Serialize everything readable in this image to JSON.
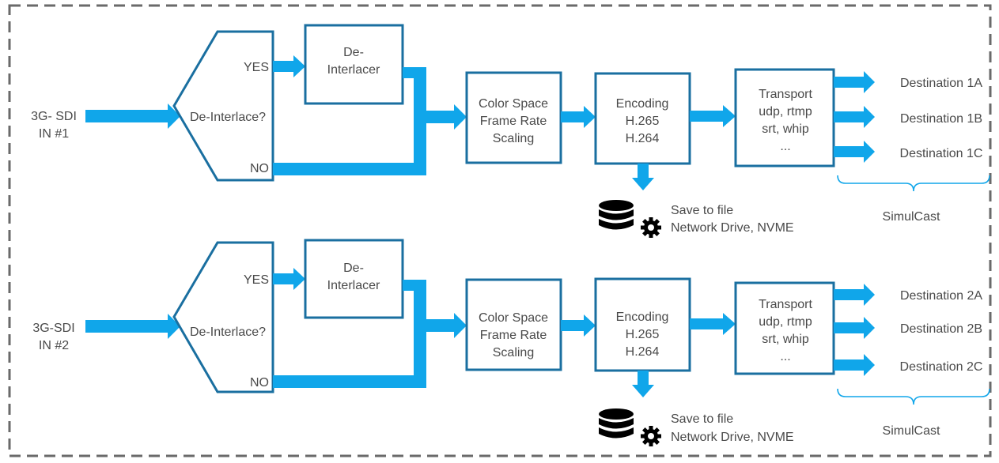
{
  "colors": {
    "box_stroke": "#1a6fa0",
    "arrow": "#10a6ea",
    "text": "#4a4a4a",
    "frame": "#6a6a6a"
  },
  "pipelines": [
    {
      "input": [
        "3G- SDI",
        "IN #1"
      ],
      "decision": "De-Interlace?",
      "yes": "YES",
      "no": "NO",
      "deinterlacer": [
        "De-",
        "Interlacer"
      ],
      "processing": [
        "Color Space",
        "Frame Rate",
        "Scaling"
      ],
      "encoding": [
        "Encoding",
        "H.265",
        "H.264"
      ],
      "transport": [
        "Transport",
        "udp, rtmp",
        "srt, whip",
        "..."
      ],
      "destinations": [
        "Destination 1A",
        "Destination 1B",
        "Destination 1C"
      ],
      "simulcast": "SimulCast",
      "save": [
        "Save to file",
        "Network Drive, NVME"
      ],
      "save_icon": "database-gear-icon"
    },
    {
      "input": [
        "3G-SDI",
        "IN #2"
      ],
      "decision": "De-Interlace?",
      "yes": "YES",
      "no": "NO",
      "deinterlacer": [
        "De-",
        "Interlacer"
      ],
      "processing": [
        "Color Space",
        "Frame Rate",
        "Scaling"
      ],
      "encoding": [
        "Encoding",
        "H.265",
        "H.264"
      ],
      "transport": [
        "Transport",
        "udp, rtmp",
        "srt, whip",
        "..."
      ],
      "destinations": [
        "Destination 2A",
        "Destination 2B",
        "Destination 2C"
      ],
      "simulcast": "SimulCast",
      "save": [
        "Save to file",
        "Network Drive, NVME"
      ],
      "save_icon": "database-gear-icon"
    }
  ]
}
